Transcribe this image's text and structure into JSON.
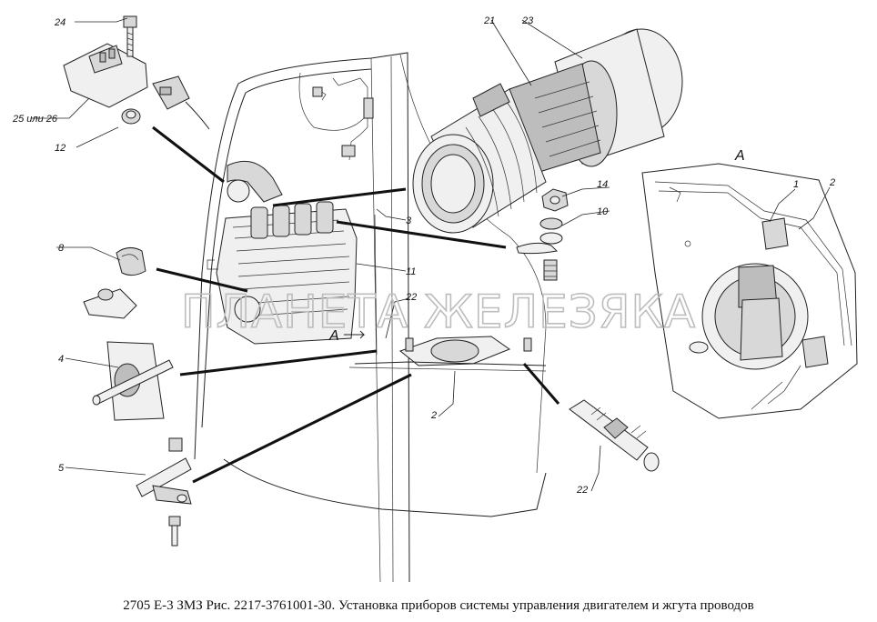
{
  "caption": "2705 Е-3 ЗМЗ Рис. 2217-3761001-30. Установка приборов системы управления двигателем и жгута проводов",
  "watermark": "ПЛАНЕТА ЖЕЛЕЗЯКА",
  "section_letter": "A",
  "callouts": {
    "c24": "24",
    "c25_26": "25 или 26",
    "c12": "12",
    "c8": "8",
    "c4": "4",
    "c5": "5",
    "c21": "21",
    "c23": "23",
    "c14": "14",
    "c10": "10",
    "c3": "3",
    "c11": "11",
    "c22_top": "22",
    "c2_mid": "2",
    "c22_bottom": "22",
    "c1": "1",
    "c2_right": "2"
  }
}
